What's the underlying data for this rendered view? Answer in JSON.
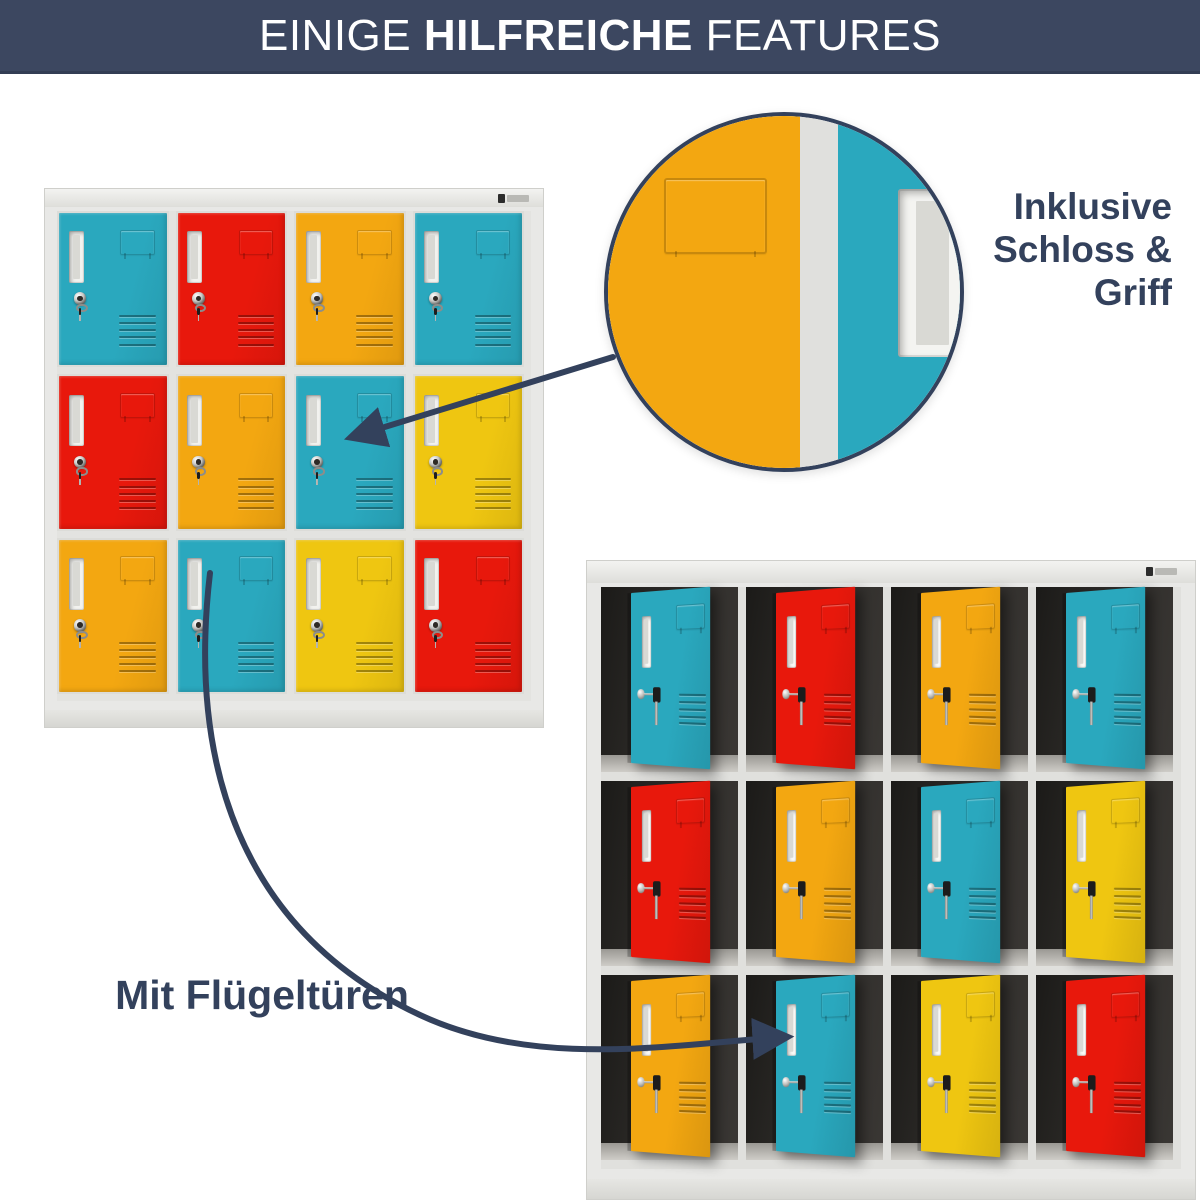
{
  "header": {
    "title_prefix": "EINIGE ",
    "title_bold": "HILFREICHE",
    "title_suffix": " FEATURES",
    "background_color": "#3c4760",
    "text_color": "#ffffff"
  },
  "annotations": {
    "lock_feature": "Inklusive Schloss & Griff",
    "doors_feature": "Mit Flügeltüren",
    "text_color": "#33415c"
  },
  "palette": {
    "teal": "#2aa8be",
    "red": "#e8180c",
    "orange": "#f3a711",
    "yellow": "#efc611",
    "cabinet_grey": "#e8e8e6",
    "frame_grey": "#e3e3e0",
    "interior_dark": "#2b2926",
    "accent_navy": "#33415c"
  },
  "closed_unit": {
    "name": "12-door locker cabinet with doors closed",
    "rows": 3,
    "columns": 4,
    "door_count": 12,
    "door_colors": [
      [
        "teal",
        "red",
        "orange",
        "teal"
      ],
      [
        "red",
        "orange",
        "teal",
        "yellow"
      ],
      [
        "orange",
        "teal",
        "yellow",
        "red"
      ]
    ],
    "door_features": [
      "card-slot",
      "handle-indent",
      "cylinder-lock",
      "hanging-key",
      "vent-slits"
    ],
    "vent_line_count": 5
  },
  "open_unit": {
    "name": "12-door locker cabinet with doors open",
    "rows": 3,
    "columns": 4,
    "door_count": 12,
    "door_colors": [
      [
        "teal",
        "red",
        "orange",
        "teal"
      ],
      [
        "red",
        "orange",
        "teal",
        "yellow"
      ],
      [
        "orange",
        "teal",
        "yellow",
        "red"
      ]
    ],
    "door_features": [
      "card-slot",
      "handle-indent",
      "cylinder-lock",
      "protruding-key",
      "vent-slits"
    ],
    "vent_line_count": 5
  },
  "magnifier": {
    "name": "close-up of lock and handle",
    "left_door_color": "orange",
    "right_door_color": "teal",
    "border_color": "#33415c"
  },
  "callouts": [
    {
      "name": "lock-callout-arrow",
      "label": "Inklusive Schloss & Griff",
      "style": "straight",
      "points_to": "closed unit row 2 column 3 teal door"
    },
    {
      "name": "doors-callout-arrow",
      "label": "Mit Flügeltüren",
      "style": "curved",
      "points_to": "open unit row 3 column 2 teal door"
    }
  ]
}
